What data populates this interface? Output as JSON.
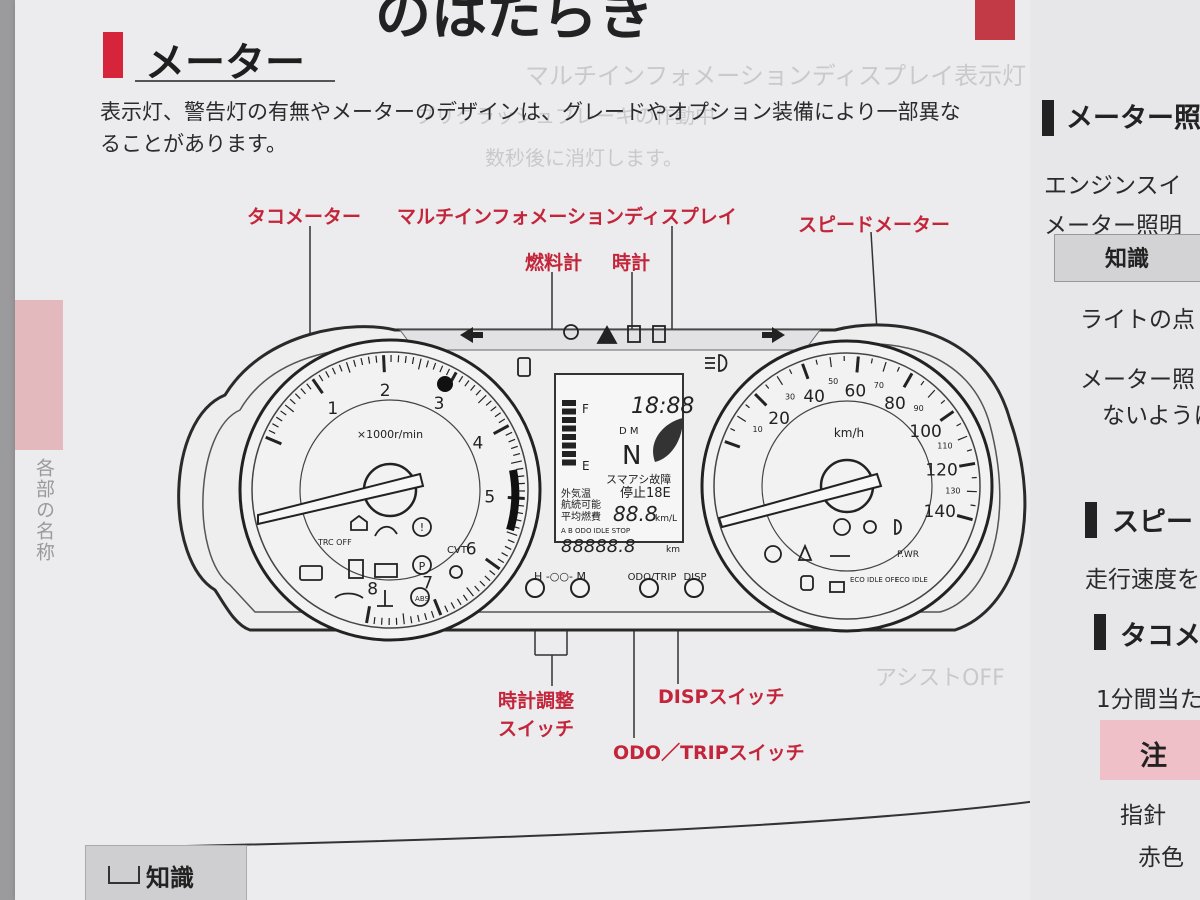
{
  "page": {
    "top_title": "のはたらき",
    "section_title": "メーター",
    "intro_line1": "表示灯、警告灯の有無やメーターのデザインは、グレードやオプション装備により一部異な",
    "intro_line2": "ることがあります。",
    "side_text": "各部の名称",
    "knowledge_label": "知識"
  },
  "labels": {
    "tachometer": "タコメーター",
    "mid": "マルチインフォメーションディスプレイ",
    "fuel": "燃料計",
    "clock": "時計",
    "speedometer": "スピードメーター",
    "clock_switch_1": "時計調整",
    "clock_switch_2": "スイッチ",
    "disp_switch": "DISPスイッチ",
    "odo_switch": "ODO／TRIPスイッチ"
  },
  "tacho": {
    "unit": "×1000r/min",
    "numbers": [
      "1",
      "2",
      "3",
      "4",
      "5",
      "6",
      "7",
      "8"
    ],
    "trc_off": "TRC OFF",
    "cvt": "CVT"
  },
  "speedo": {
    "unit": "km/h",
    "major": [
      "20",
      "40",
      "60",
      "80",
      "100",
      "120",
      "140"
    ],
    "minor": [
      "10",
      "30",
      "50",
      "70",
      "90",
      "110",
      "130"
    ],
    "pwr": "P.WR",
    "eco_off": "ECO IDLE OFF",
    "eco": "ECO IDLE"
  },
  "mid": {
    "f": "F",
    "e": "E",
    "clock_value": "18:88",
    "dm": "D M",
    "gear": "N",
    "line1": "スマアシ故障",
    "line2_label": "外気温",
    "line2_value": "停止18E",
    "line3": "航続可能",
    "line4": "平均燃費",
    "value": "88.8",
    "unit": "km/L",
    "status": "A B ODO IDLE STOP",
    "odo": "88888.8",
    "km": "km"
  },
  "switches": {
    "hm": "H -○○- M",
    "odo_trip": "ODO/TRIP",
    "disp": "DISP"
  },
  "right_page": {
    "h1": "メーター照",
    "b1": "エンジンスイ",
    "b2": "メーター照明",
    "know": "知識",
    "k1": "ライトの点",
    "k2": "メーター照",
    "k3": "ないように",
    "h2": "スピー",
    "p2": "走行速度を",
    "h3": "タコメ",
    "p3": "1分間当た",
    "caution": "注",
    "c1": "指針",
    "c2": "赤色"
  },
  "ghost_text": {
    "g1": "マルチインフォメーションディスプレイ表示灯",
    "g2": "プリクラッシュブレーキの作動中",
    "g3": "数秒後に消灯します。",
    "g4": "アシストOFF"
  }
}
